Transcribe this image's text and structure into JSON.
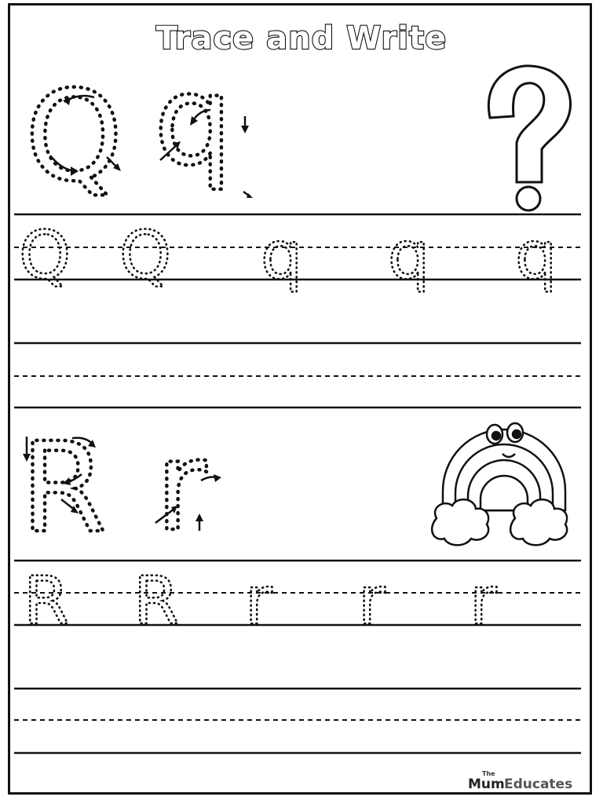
{
  "worksheet": {
    "title": "Trace and Write",
    "sections": [
      {
        "name": "q",
        "model_upper": "Q",
        "model_lower": "q",
        "trace_letters": [
          "Q",
          "Q",
          "q",
          "q",
          "q"
        ],
        "picture_icon": "question-mark-icon"
      },
      {
        "name": "r",
        "model_upper": "R",
        "model_lower": "r",
        "trace_letters": [
          "R",
          "R",
          "r",
          "r",
          "r"
        ],
        "picture_icon": "rainbow-icon"
      }
    ],
    "brand": {
      "the": "The",
      "mum": "Mum",
      "educates": "Educates"
    }
  }
}
